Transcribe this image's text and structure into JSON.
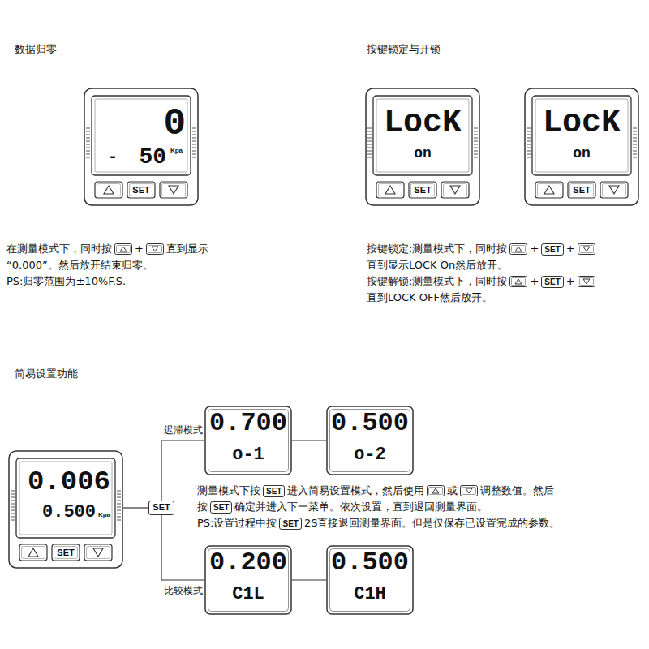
{
  "diagram": {
    "nodes": [
      {
        "text": [
          "0",
          "-",
          "50",
          "Kpa",
          "SET"
        ]
      },
      {
        "text": [
          "LocK",
          "on",
          "SET"
        ]
      },
      {
        "text": [
          "LocK",
          "on",
          "SET"
        ]
      },
      {
        "text": [
          "0.006",
          "0.500",
          "Kpa",
          "SET"
        ]
      },
      {
        "text": [
          "SET"
        ]
      },
      {
        "text": [
          "0.700",
          "o-1"
        ]
      },
      {
        "text": [
          "0.500",
          "o-2"
        ]
      },
      {
        "text": [
          "0.200",
          "C1L"
        ]
      },
      {
        "text": [
          "0.500",
          "C1H"
        ]
      }
    ],
    "edges": [
      {
        "from": 3,
        "to": 4,
        "arrow": "none"
      },
      {
        "from": 4,
        "to": 5,
        "label": "迟滞模式",
        "arrow": "none"
      },
      {
        "from": 4,
        "to": 7,
        "label": "比较模式",
        "arrow": "none"
      },
      {
        "from": 5,
        "to": 6,
        "arrow": "none"
      },
      {
        "from": 7,
        "to": 8,
        "arrow": "none"
      }
    ],
    "labels": [
      "数据归零",
      "按键锁定与开锁",
      "简易设置功能",
      "在测量模式下，同时按",
      "+",
      "直到显示",
      "“0.000”。然后放开结束归零。",
      "PS:归零范围为±10%F.S.",
      "按键锁定:测量模式下，同时按",
      "+",
      "SET",
      "+",
      "直到显示LOCK On然后放开。",
      "按键解锁:测量模式下，同时按",
      "+",
      "SET",
      "+",
      "直到LOCK OFF然后放开。",
      "测量模式下按",
      "SET",
      "进入简易设置模式，然后使用",
      "或",
      "调整数值。然后",
      "按",
      "SET",
      "确定并进入下一菜单。依次设置，直到退回测量界面。",
      "PS:设置过程中按",
      "SET",
      "2S直接退回测量界面。但是仅保存已设置完成的参数。"
    ]
  }
}
